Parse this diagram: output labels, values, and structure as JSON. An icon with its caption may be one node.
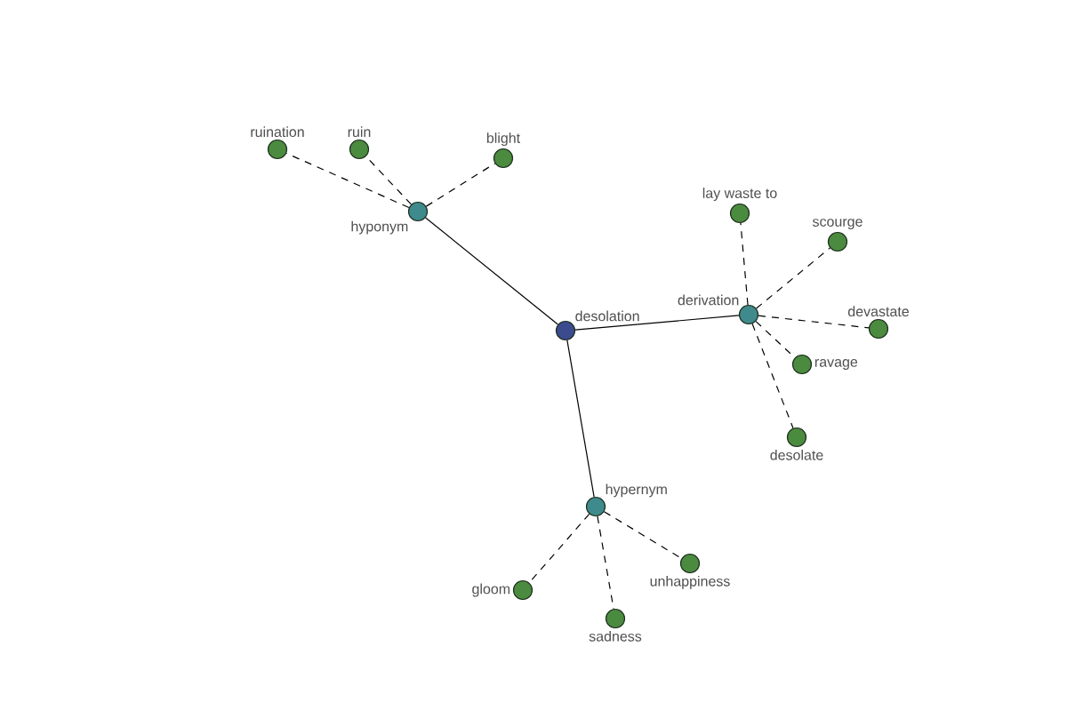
{
  "diagram": {
    "nodes": [
      {
        "text": [
          "desolation"
        ]
      },
      {
        "text": [
          "hyponym"
        ]
      },
      {
        "text": [
          "ruination"
        ]
      },
      {
        "text": [
          "ruin"
        ]
      },
      {
        "text": [
          "blight"
        ]
      },
      {
        "text": [
          "derivation"
        ]
      },
      {
        "text": [
          "lay waste to"
        ]
      },
      {
        "text": [
          "scourge"
        ]
      },
      {
        "text": [
          "devastate"
        ]
      },
      {
        "text": [
          "ravage"
        ]
      },
      {
        "text": [
          "desolate"
        ]
      },
      {
        "text": [
          "hypernym"
        ]
      },
      {
        "text": [
          "gloom"
        ]
      },
      {
        "text": [
          "sadness"
        ]
      },
      {
        "text": [
          "unhappiness"
        ]
      }
    ],
    "edges": [
      {
        "from": 0,
        "to": 1,
        "arrow": "none"
      },
      {
        "from": 0,
        "to": 5,
        "arrow": "none"
      },
      {
        "from": 0,
        "to": 11,
        "arrow": "none"
      },
      {
        "from": 1,
        "to": 2,
        "arrow": "none",
        "style": "dashed"
      },
      {
        "from": 1,
        "to": 3,
        "arrow": "none",
        "style": "dashed"
      },
      {
        "from": 1,
        "to": 4,
        "arrow": "none",
        "style": "dashed"
      },
      {
        "from": 5,
        "to": 6,
        "arrow": "none",
        "style": "dashed"
      },
      {
        "from": 5,
        "to": 7,
        "arrow": "none",
        "style": "dashed"
      },
      {
        "from": 5,
        "to": 8,
        "arrow": "none",
        "style": "dashed"
      },
      {
        "from": 5,
        "to": 9,
        "arrow": "none",
        "style": "dashed"
      },
      {
        "from": 5,
        "to": 10,
        "arrow": "none",
        "style": "dashed"
      },
      {
        "from": 11,
        "to": 12,
        "arrow": "none",
        "style": "dashed"
      },
      {
        "from": 11,
        "to": 13,
        "arrow": "none",
        "style": "dashed"
      },
      {
        "from": 11,
        "to": 14,
        "arrow": "none",
        "style": "dashed"
      }
    ]
  }
}
